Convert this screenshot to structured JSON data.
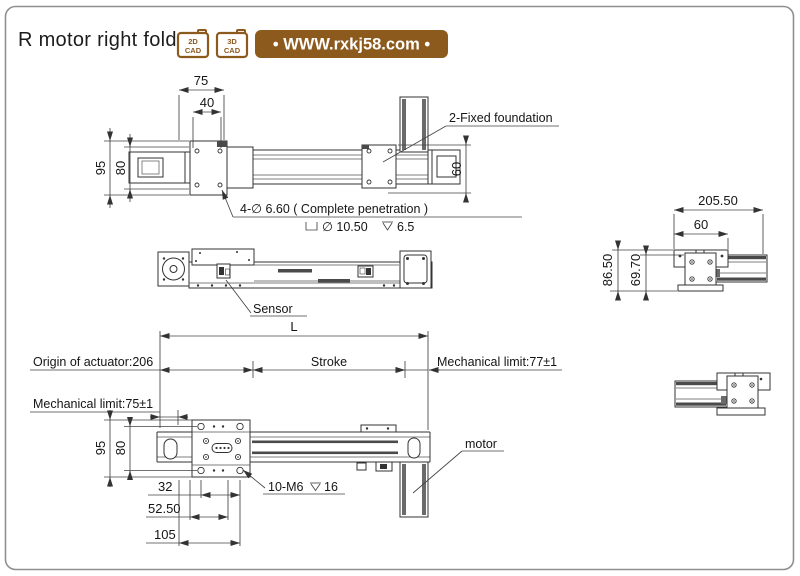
{
  "header": {
    "title": "R motor right fold",
    "badges": [
      {
        "top": "2D",
        "bottom": "CAD"
      },
      {
        "top": "3D",
        "bottom": "CAD"
      }
    ],
    "website": "• WWW.rxkj58.com •",
    "brand_color": "#8d5a1e"
  },
  "top_view": {
    "dim_width": "75",
    "dim_hole_spacing": "40",
    "dim_95": "95",
    "dim_80": "80",
    "dim_60": "60",
    "fixed_foundation": "2-Fixed foundation",
    "holes_note": "4-∅ 6.60 ( Complete penetration )",
    "counterbore_dia": "∅ 10.50",
    "counterbore_depth": "6.5"
  },
  "side_view": {
    "sensor": "Sensor",
    "length": "L"
  },
  "end_view": {
    "dim_205": "205.50",
    "dim_60": "60",
    "dim_86": "86.50",
    "dim_69": "69.70"
  },
  "bottom_view": {
    "origin": "Origin of actuator:206",
    "stroke": "Stroke",
    "mech_right": "Mechanical limit:77±1",
    "mech_left": "Mechanical limit:75±1",
    "dim_95": "95",
    "dim_80": "80",
    "dim_32": "32",
    "dim_52": "52.50",
    "dim_105": "105",
    "tap_prefix": "10-M6",
    "tap_depth": "16",
    "motor": "motor"
  }
}
